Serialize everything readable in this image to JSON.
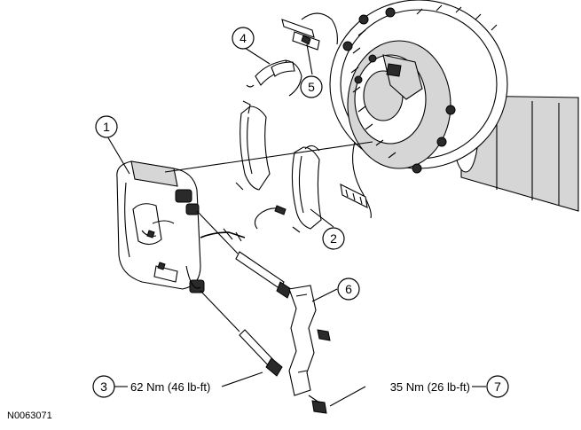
{
  "diagram": {
    "code": "N0063071",
    "callouts": [
      {
        "id": "1",
        "number": "1"
      },
      {
        "id": "2",
        "number": "2"
      },
      {
        "id": "3",
        "number": "3",
        "torque": "62 Nm (46 lb-ft)"
      },
      {
        "id": "4",
        "number": "4"
      },
      {
        "id": "5",
        "number": "5"
      },
      {
        "id": "6",
        "number": "6"
      },
      {
        "id": "7",
        "number": "7",
        "torque": "35 Nm (26 lb-ft)"
      }
    ]
  }
}
